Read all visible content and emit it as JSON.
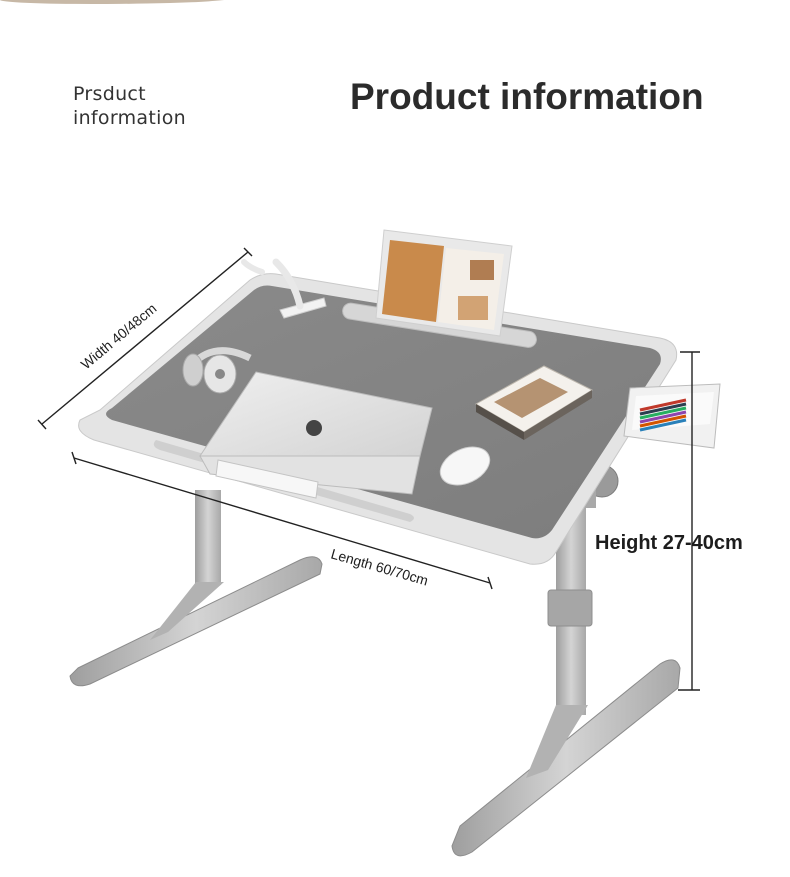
{
  "header": {
    "subtitle_line1": "Prsduct",
    "subtitle_line2": "information",
    "title": "Product information"
  },
  "dimensions": {
    "width": "Width 40/48cm",
    "length": "Length 60/70cm",
    "height": "Height 27-40cm"
  },
  "colors": {
    "tabletop": "#8b8b8b",
    "frame": "#e6e6e6",
    "legs": "#b9b9b9",
    "accent_top": "#c7b8a6"
  }
}
